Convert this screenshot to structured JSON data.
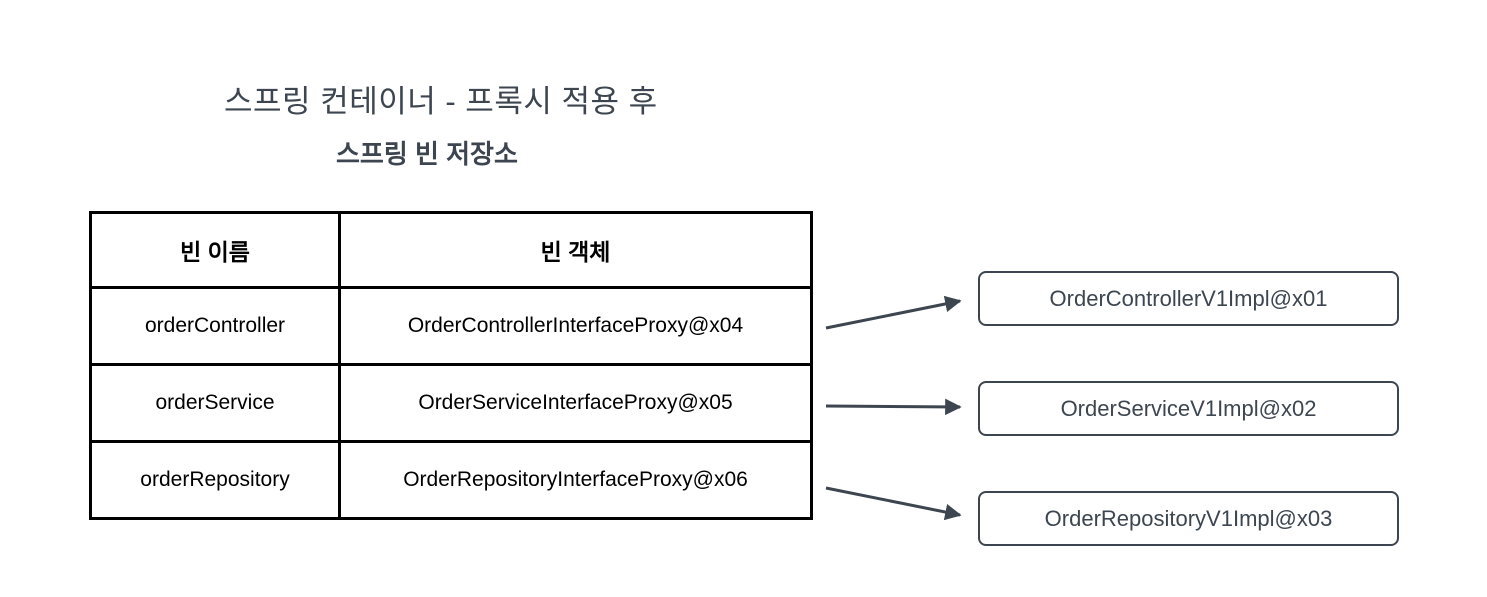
{
  "title": "스프링 컨테이너 - 프록시 적용 후",
  "subtitle": "스프링 빈 저장소",
  "colors": {
    "background": "#ffffff",
    "heading_text": "#3d4650",
    "table_border": "#000000",
    "table_text": "#000000",
    "box_border": "#3d4650",
    "box_text": "#3d4650",
    "arrow": "#3d4650"
  },
  "bean_table": {
    "columns": [
      "빈 이름",
      "빈 객체"
    ],
    "rows": [
      {
        "name": "orderController",
        "object": "OrderControllerInterfaceProxy@x04"
      },
      {
        "name": "orderService",
        "object": "OrderServiceInterfaceProxy@x05"
      },
      {
        "name": "orderRepository",
        "object": "OrderRepositoryInterfaceProxy@x06"
      }
    ]
  },
  "target_boxes": [
    {
      "label": "OrderControllerV1Impl@x01"
    },
    {
      "label": "OrderServiceV1Impl@x02"
    },
    {
      "label": "OrderRepositoryV1Impl@x03"
    }
  ]
}
